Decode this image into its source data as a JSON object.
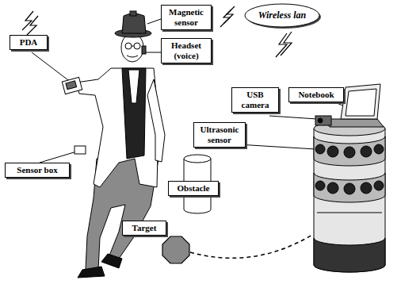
{
  "diagram": {
    "nodes": [
      {
        "text": [
          "Magnetic sensor"
        ]
      },
      {
        "text": [
          "Headset (voice)"
        ]
      },
      {
        "text": [
          "PDA"
        ]
      },
      {
        "text": [
          "Sensor box"
        ]
      },
      {
        "text": [
          "Wireless lan"
        ]
      },
      {
        "text": [
          "USB camera"
        ]
      },
      {
        "text": [
          "Notebook"
        ]
      },
      {
        "text": [
          "Ultrasonic sensor"
        ]
      },
      {
        "text": [
          "Obstacle"
        ]
      },
      {
        "text": [
          "Target"
        ]
      }
    ]
  }
}
